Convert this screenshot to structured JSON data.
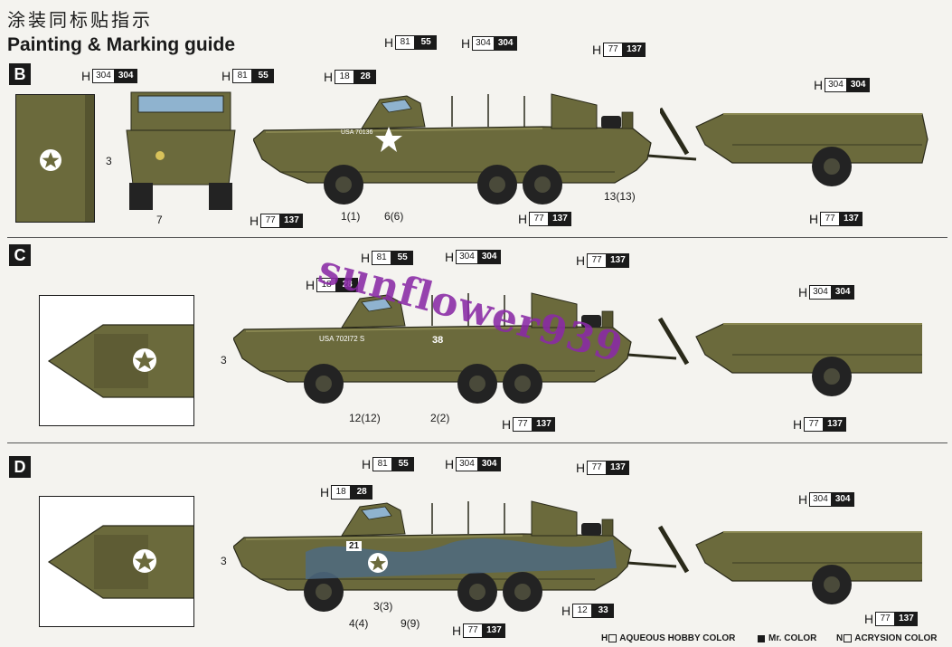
{
  "header": {
    "title_cn": "涂装同标贴指示",
    "title_en": "Painting & Marking guide"
  },
  "sections": {
    "b": "B",
    "c": "C",
    "d": "D"
  },
  "colors": {
    "olive": "#6b6a3c",
    "olive_dark": "#55542f",
    "olive_light": "#8a8852",
    "camo_blue": "#4d6a80",
    "ink": "#1a1a1a"
  },
  "callouts": {
    "b_front_top_l": {
      "h": "H",
      "a": "304",
      "m": "304"
    },
    "b_front_top_r": {
      "h": "H",
      "a": "81",
      "m": "55"
    },
    "b_front_bottom": {
      "h": "H",
      "a": "77",
      "m": "137"
    },
    "b_18": {
      "h": "H",
      "a": "18",
      "m": "28"
    },
    "b_81": {
      "h": "H",
      "a": "81",
      "m": "55"
    },
    "b_304": {
      "h": "H",
      "a": "304",
      "m": "304"
    },
    "b_77_top": {
      "h": "H",
      "a": "77",
      "m": "137"
    },
    "b_trailer_304": {
      "h": "H",
      "a": "304",
      "m": "304"
    },
    "b_77_mid": {
      "h": "H",
      "a": "77",
      "m": "137"
    },
    "b_trailer_77": {
      "h": "H",
      "a": "77",
      "m": "137"
    },
    "c_81": {
      "h": "H",
      "a": "81",
      "m": "55"
    },
    "c_304": {
      "h": "H",
      "a": "304",
      "m": "304"
    },
    "c_77_top": {
      "h": "H",
      "a": "77",
      "m": "137"
    },
    "c_18": {
      "h": "H",
      "a": "18",
      "m": "28"
    },
    "c_trailer_304": {
      "h": "H",
      "a": "304",
      "m": "304"
    },
    "c_77_mid": {
      "h": "H",
      "a": "77",
      "m": "137"
    },
    "c_trailer_77": {
      "h": "H",
      "a": "77",
      "m": "137"
    },
    "d_81": {
      "h": "H",
      "a": "81",
      "m": "55"
    },
    "d_304": {
      "h": "H",
      "a": "304",
      "m": "304"
    },
    "d_77_top": {
      "h": "H",
      "a": "77",
      "m": "137"
    },
    "d_18": {
      "h": "H",
      "a": "18",
      "m": "28"
    },
    "d_trailer_304": {
      "h": "H",
      "a": "304",
      "m": "304"
    },
    "d_12": {
      "h": "H",
      "a": "12",
      "m": "33"
    },
    "d_77_mid": {
      "h": "H",
      "a": "77",
      "m": "137"
    },
    "d_trailer_77": {
      "h": "H",
      "a": "77",
      "m": "137"
    }
  },
  "decals": {
    "b_side": "3",
    "b_front": "7",
    "b_1": "1(1)",
    "b_6": "6(6)",
    "b_13": "13(13)",
    "c_side": "3",
    "c_12": "12(12)",
    "c_2": "2(2)",
    "d_side": "3",
    "d_4": "4(4)",
    "d_3": "3(3)",
    "d_9": "9(9)"
  },
  "hull_text": {
    "b_serial": "USA 70136",
    "c_serial": "USA 702I72  S",
    "c_num": "38",
    "d_num": "21"
  },
  "legend": {
    "aqueous": "AQUEOUS HOBBY COLOR",
    "mr": "Mr. COLOR",
    "acrysion": "ACRYSION COLOR",
    "h": "H",
    "n": "N"
  },
  "watermark": "sunflower939"
}
